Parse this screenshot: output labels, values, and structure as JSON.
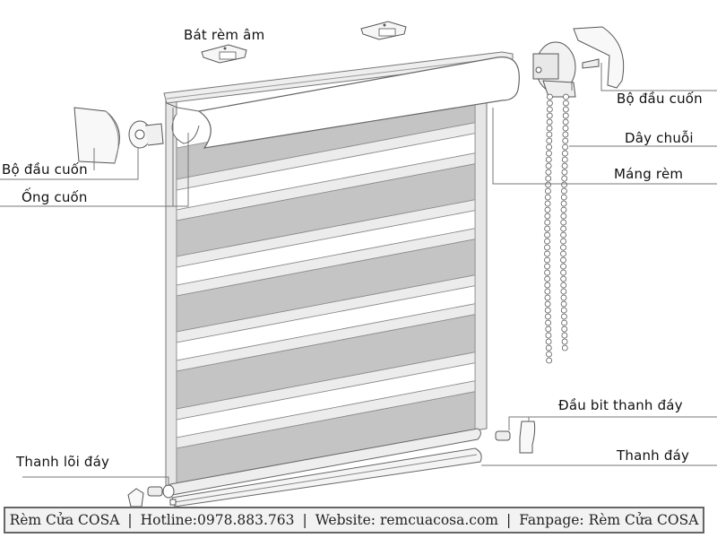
{
  "diagram": {
    "title": "Roller blind (rèm cầu vồng) exploded parts diagram",
    "colors": {
      "fabric_dark": "#c4c4c4",
      "fabric_light": "#ececec",
      "sheer": "#ffffff",
      "line": "#777777",
      "footer_bg": "#f2f2f2"
    },
    "labels": {
      "bracket": "Bát rèm âm",
      "end_cap_left": "Bộ đầu cuốn",
      "roller_tube": "Ống cuốn",
      "end_cap_right": "Bộ đầu cuốn",
      "chain": "Dây chuỗi",
      "cassette": "Máng rèm",
      "bottom_end_cap": "Đầu bit thanh đáy",
      "bottom_rail": "Thanh đáy",
      "bottom_core_rail": "Thanh lõi đáy"
    }
  },
  "footer": {
    "brand": "Rèm Cửa COSA",
    "hotline": "Hotline:0978.883.763",
    "website": "Website: remcuacosa.com",
    "fanpage": "Fanpage: Rèm Cửa COSA",
    "separator": "|"
  }
}
